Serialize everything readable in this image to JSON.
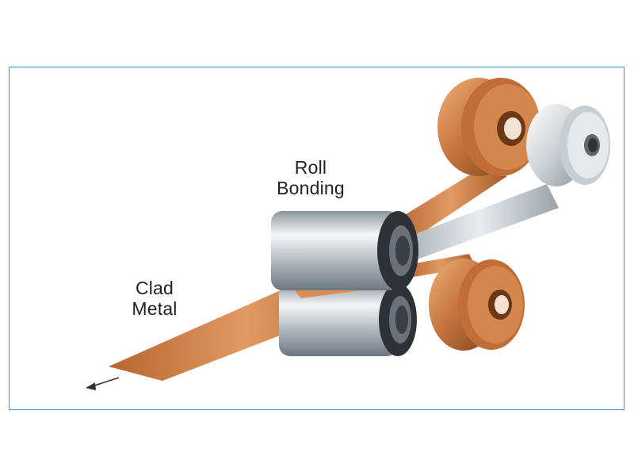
{
  "labels": {
    "roll_bonding": [
      "Roll",
      "Bonding"
    ],
    "clad_metal": [
      "Clad",
      "Metal"
    ]
  },
  "colors": {
    "frame_border": "#3a8fd0",
    "copper": "#c8763f",
    "copper_light": "#f0b17a",
    "copper_dark": "#8a4a22",
    "steel": "#cfd3d7",
    "steel_light": "#f4f6f8",
    "steel_dark": "#7d858c",
    "roll_end": "#3b3f44"
  },
  "icons": {
    "direction": "arrow-left-icon"
  }
}
